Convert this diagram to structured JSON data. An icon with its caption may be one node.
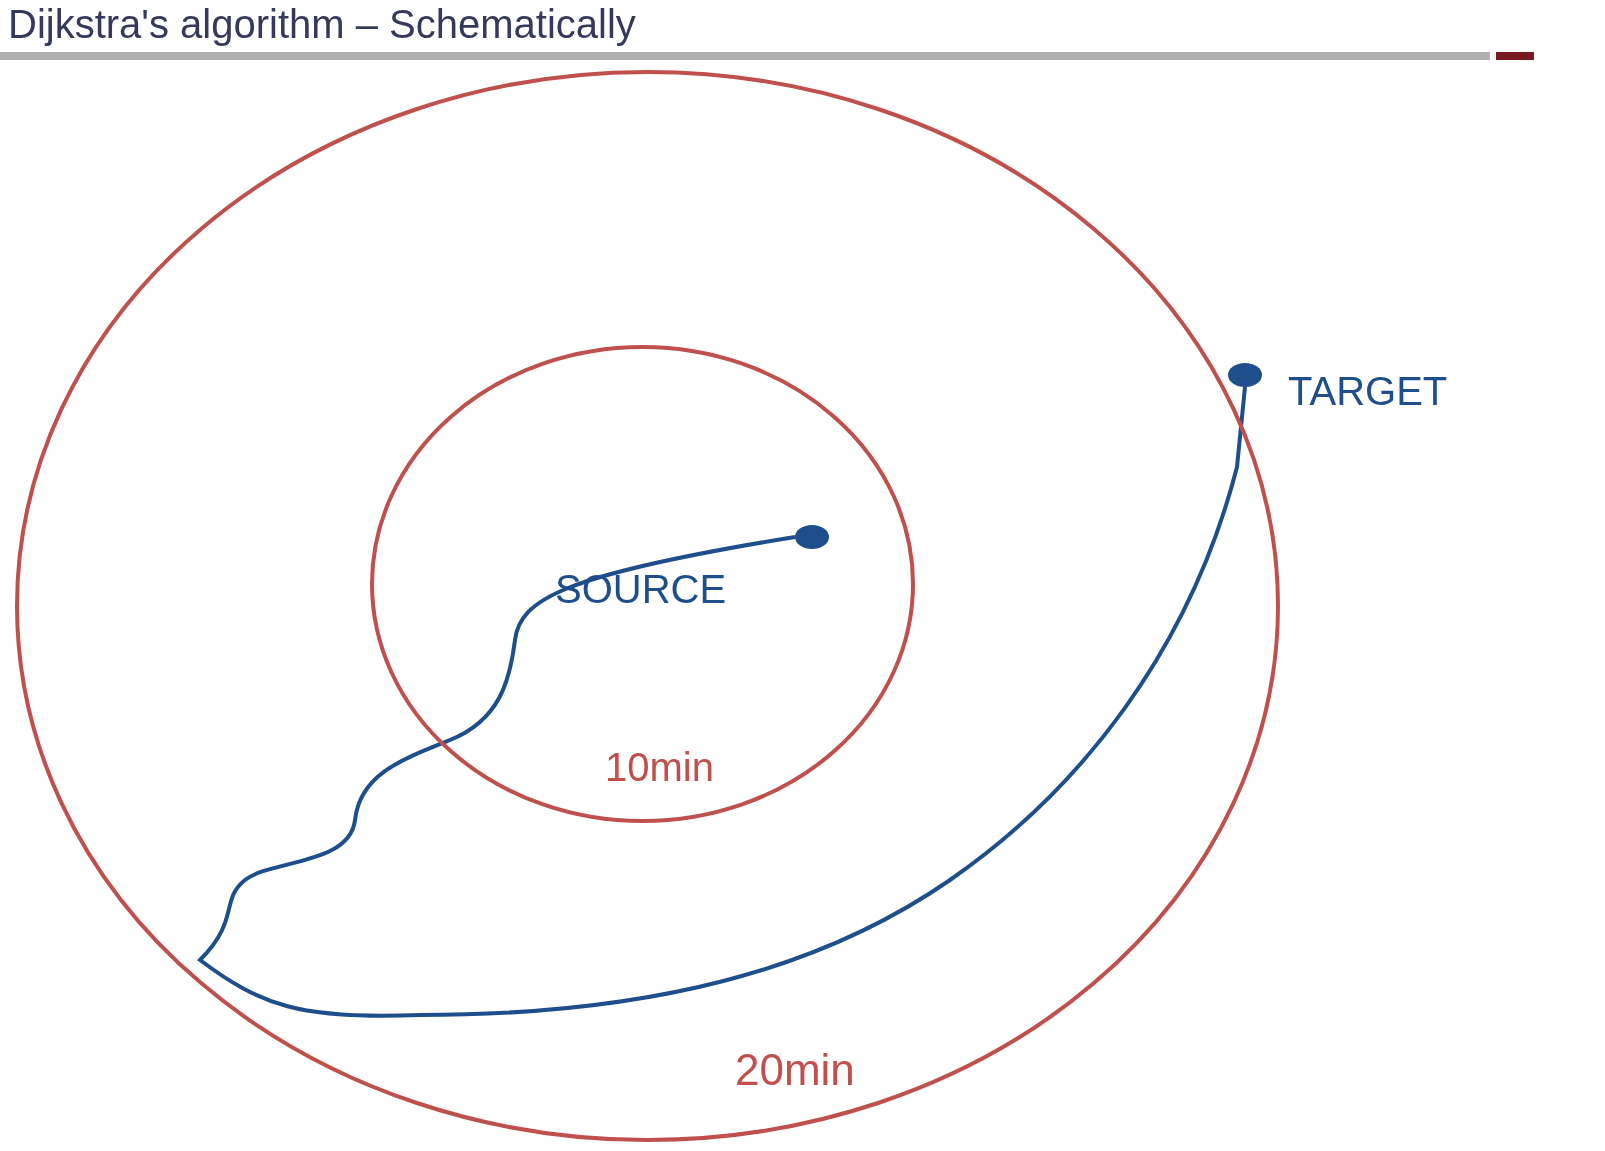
{
  "diagram": {
    "title": "Dijkstra's algorithm – Schematically",
    "nodes": [
      {
        "text": [
          "20min"
        ]
      },
      {
        "text": [
          "10min"
        ],
        "in": 0
      },
      {
        "text": [
          "SOURCE"
        ],
        "in": 1
      },
      {
        "text": [
          "TARGET"
        ]
      }
    ],
    "edges": [
      {
        "from": 2,
        "to": 3,
        "arrow": "none"
      }
    ]
  }
}
